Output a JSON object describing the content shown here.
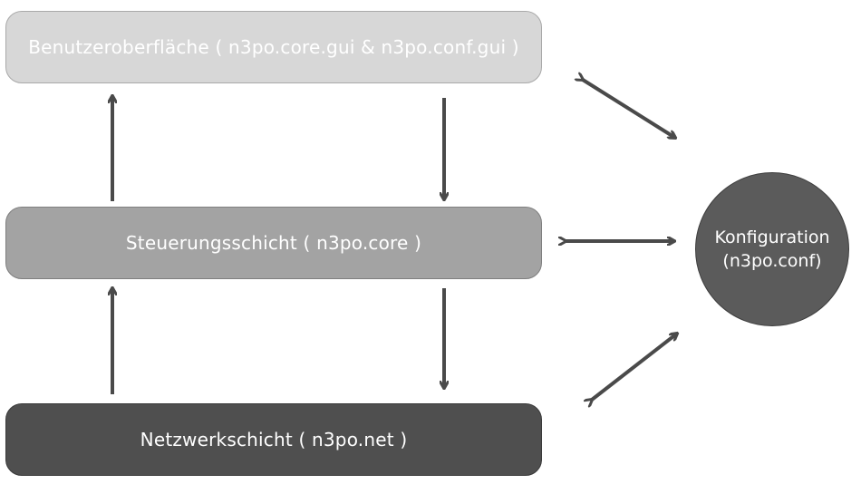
{
  "layers": {
    "ui": {
      "label": "Benutzeroberfläche ( n3po.core.gui & n3po.conf.gui )"
    },
    "core": {
      "label": "Steuerungsschicht ( n3po.core )"
    },
    "net": {
      "label": "Netzwerkschicht ( n3po.net )"
    }
  },
  "config": {
    "line1": "Konfiguration",
    "line2": "(n3po.conf)"
  },
  "colors": {
    "arrow": "#4a4a4a",
    "ui_fill": "#d7d7d7",
    "core_fill": "#a3a3a3",
    "net_fill": "#4f4f4f",
    "config_fill": "#5b5b5b"
  }
}
